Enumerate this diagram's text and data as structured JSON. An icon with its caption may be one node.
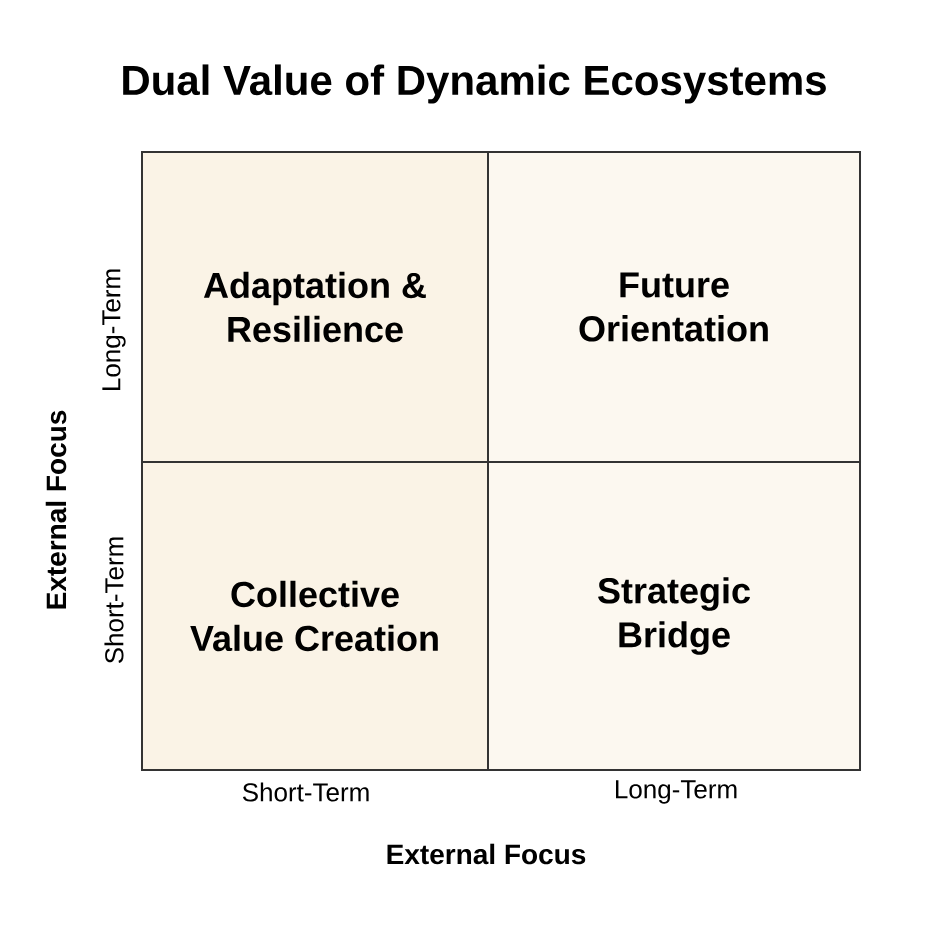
{
  "diagram": {
    "title": "Dual Value of Dynamic Ecosystems",
    "nodes": [
      {
        "text": [
          "Adaptation & Resilience"
        ]
      },
      {
        "text": [
          "Future Orientation"
        ]
      },
      {
        "text": [
          "Collective Value Creation"
        ]
      },
      {
        "text": [
          "Strategic Bridge"
        ]
      }
    ],
    "labels": [
      "Long-Term",
      "Short-Term",
      "External Focus",
      "Short-Term",
      "Long-Term",
      "External Focus"
    ]
  }
}
